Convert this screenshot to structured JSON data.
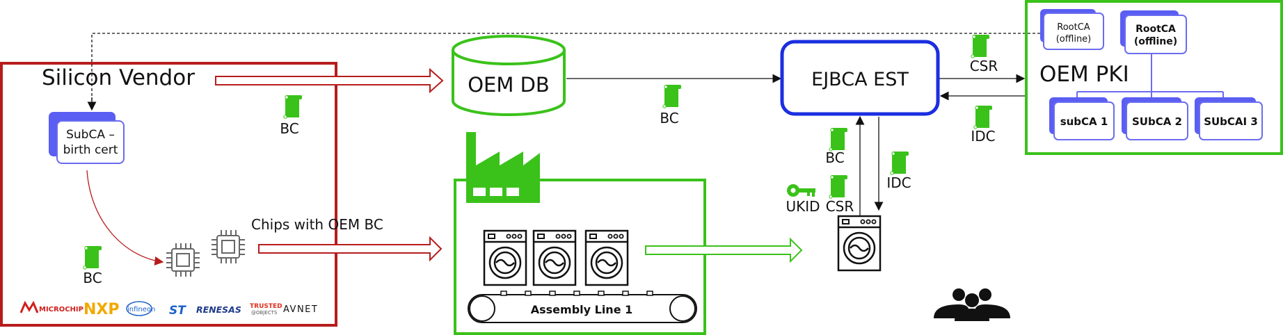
{
  "silicon_vendor": {
    "title": "Silicon Vendor",
    "subca_line1": "SubCA –",
    "subca_line2": "birth cert",
    "bc_label_top": "BC",
    "bc_label_bottom": "BC",
    "chips_label": "Chips with OEM BC",
    "vendor_logos": {
      "microchip": "MICROCHIP",
      "nxp": "NXP",
      "infineon": "infineon",
      "st": "ST",
      "renesas": "RENESAS",
      "trusted_line1": "TRUSTED",
      "trusted_line2": "@OBJECTS",
      "avnet": "AVNET"
    }
  },
  "oem_db": {
    "label": "OEM DB",
    "bc_label": "BC"
  },
  "factory": {
    "assembly_label": "Assembly Line 1"
  },
  "ejbca": {
    "label": "EJBCA EST",
    "csr_label": "CSR",
    "idc_label": "IDC",
    "bc_label": "BC",
    "ukid_label": "UKID",
    "csr_device_label": "CSR",
    "idc_device_label": "IDC"
  },
  "oem_pki": {
    "title": "OEM PKI",
    "rootca_offline_line1": "RootCA",
    "rootca_offline_line2": "(offline)",
    "rootca_line1": "RootCA",
    "rootca_line2": "(offline)",
    "subca1": "subCA 1",
    "subca2": "SUbCA 2",
    "subca3": "SUbCAI 3"
  },
  "colors": {
    "vendor_red": "#b71c1c",
    "oem_green": "#3ac21a",
    "ejbca_blue": "#1b2ee0",
    "ca_purple": "#6a6cf0",
    "ca_shadow": "#5a5ef2"
  }
}
